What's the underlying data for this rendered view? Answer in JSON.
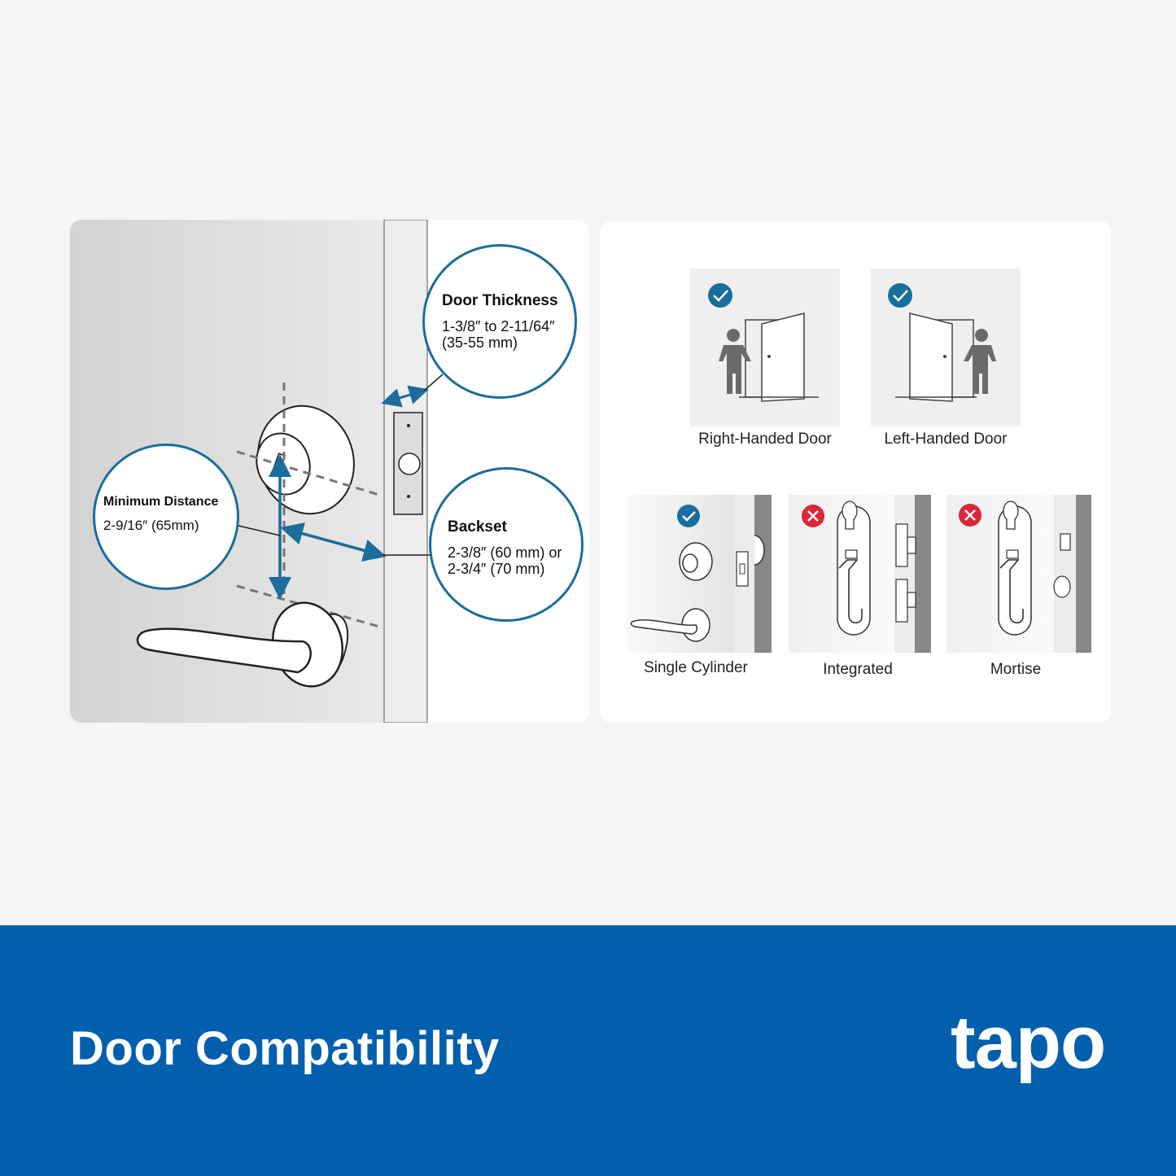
{
  "measurements": {
    "door_thickness": {
      "title": "Door Thickness",
      "line1": "1-3/8″ to 2-11/64″",
      "line2": "(35-55 mm)"
    },
    "minimum_distance": {
      "title": "Minimum Distance",
      "value": "2-9/16″ (65mm)"
    },
    "backset": {
      "title": "Backset",
      "line1": "2-3/8″ (60 mm) or",
      "line2": "2-3/4″ (70 mm)"
    }
  },
  "door_handing": [
    {
      "label": "Right-Handed Door",
      "compatible": true
    },
    {
      "label": "Left-Handed Door",
      "compatible": true
    }
  ],
  "lock_types": [
    {
      "label": "Single Cylinder",
      "compatible": true
    },
    {
      "label": "Integrated",
      "compatible": false
    },
    {
      "label": "Mortise",
      "compatible": false
    }
  ],
  "footer": {
    "title": "Door Compatibility",
    "brand": "tapo"
  },
  "colors": {
    "accent": "#1b6d9b",
    "footer_bg": "#015fad",
    "check": "#1b6d9b",
    "cross": "#d9263b"
  }
}
